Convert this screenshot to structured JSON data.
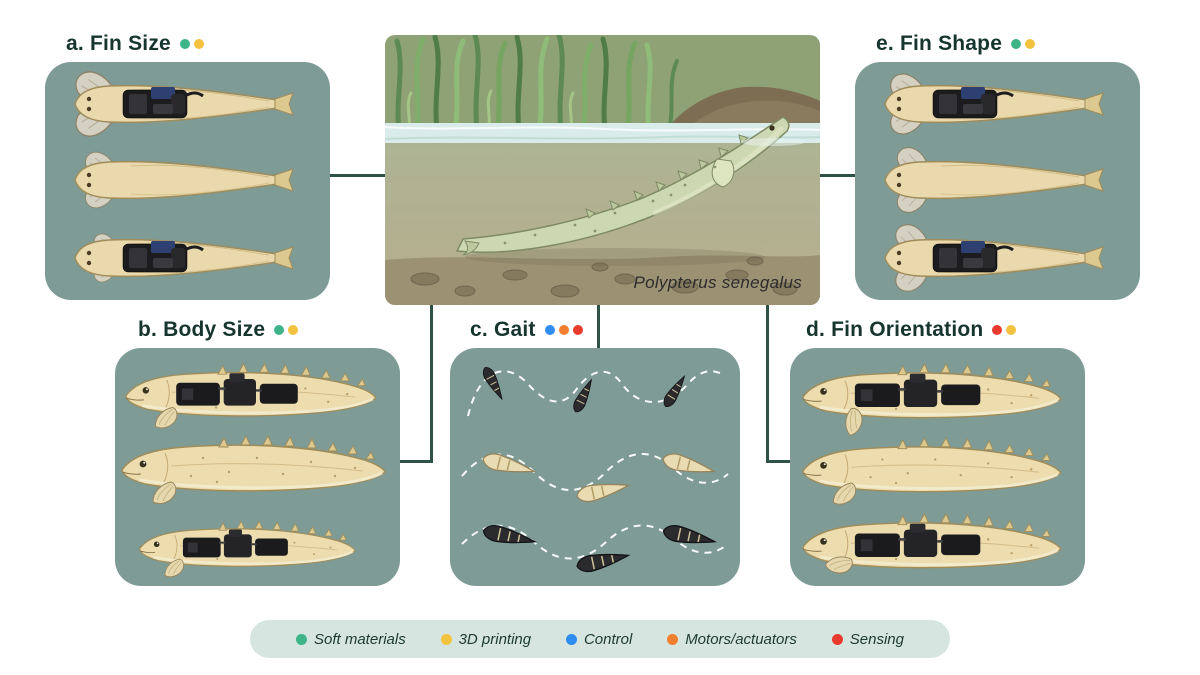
{
  "figure": {
    "center_label": "Polypterus senegalus"
  },
  "colors": {
    "panel_background": "#7e9b96",
    "legend_background": "#d6e5df",
    "connector": "#2f5248",
    "title_text": "#16352f",
    "green": "#3eb489",
    "yellow": "#f3c23f",
    "blue": "#2e8df2",
    "orange": "#f08030",
    "red": "#e93a2e"
  },
  "panels": {
    "a": {
      "label": "a. Fin Size",
      "dot_tags": [
        "Soft materials",
        "3D printing"
      ],
      "dot_colors": [
        "#3eb489",
        "#f3c23f"
      ]
    },
    "b": {
      "label": "b. Body Size",
      "dot_tags": [
        "Soft materials",
        "3D printing"
      ],
      "dot_colors": [
        "#3eb489",
        "#f3c23f"
      ]
    },
    "c": {
      "label": "c. Gait",
      "dot_tags": [
        "Control",
        "Motors/actuators",
        "Sensing"
      ],
      "dot_colors": [
        "#2e8df2",
        "#f08030",
        "#e93a2e"
      ]
    },
    "d": {
      "label": "d. Fin Orientation",
      "dot_tags": [
        "Sensing",
        "3D printing"
      ],
      "dot_colors": [
        "#e93a2e",
        "#f3c23f"
      ]
    },
    "e": {
      "label": "e. Fin Shape",
      "dot_tags": [
        "Soft materials",
        "3D printing"
      ],
      "dot_colors": [
        "#3eb489",
        "#f3c23f"
      ]
    }
  },
  "legend": {
    "items": [
      {
        "label": "Soft materials",
        "color": "#3eb489"
      },
      {
        "label": "3D printing",
        "color": "#f3c23f"
      },
      {
        "label": "Control",
        "color": "#2e8df2"
      },
      {
        "label": "Motors/actuators",
        "color": "#f08030"
      },
      {
        "label": "Sensing",
        "color": "#e93a2e"
      }
    ]
  }
}
